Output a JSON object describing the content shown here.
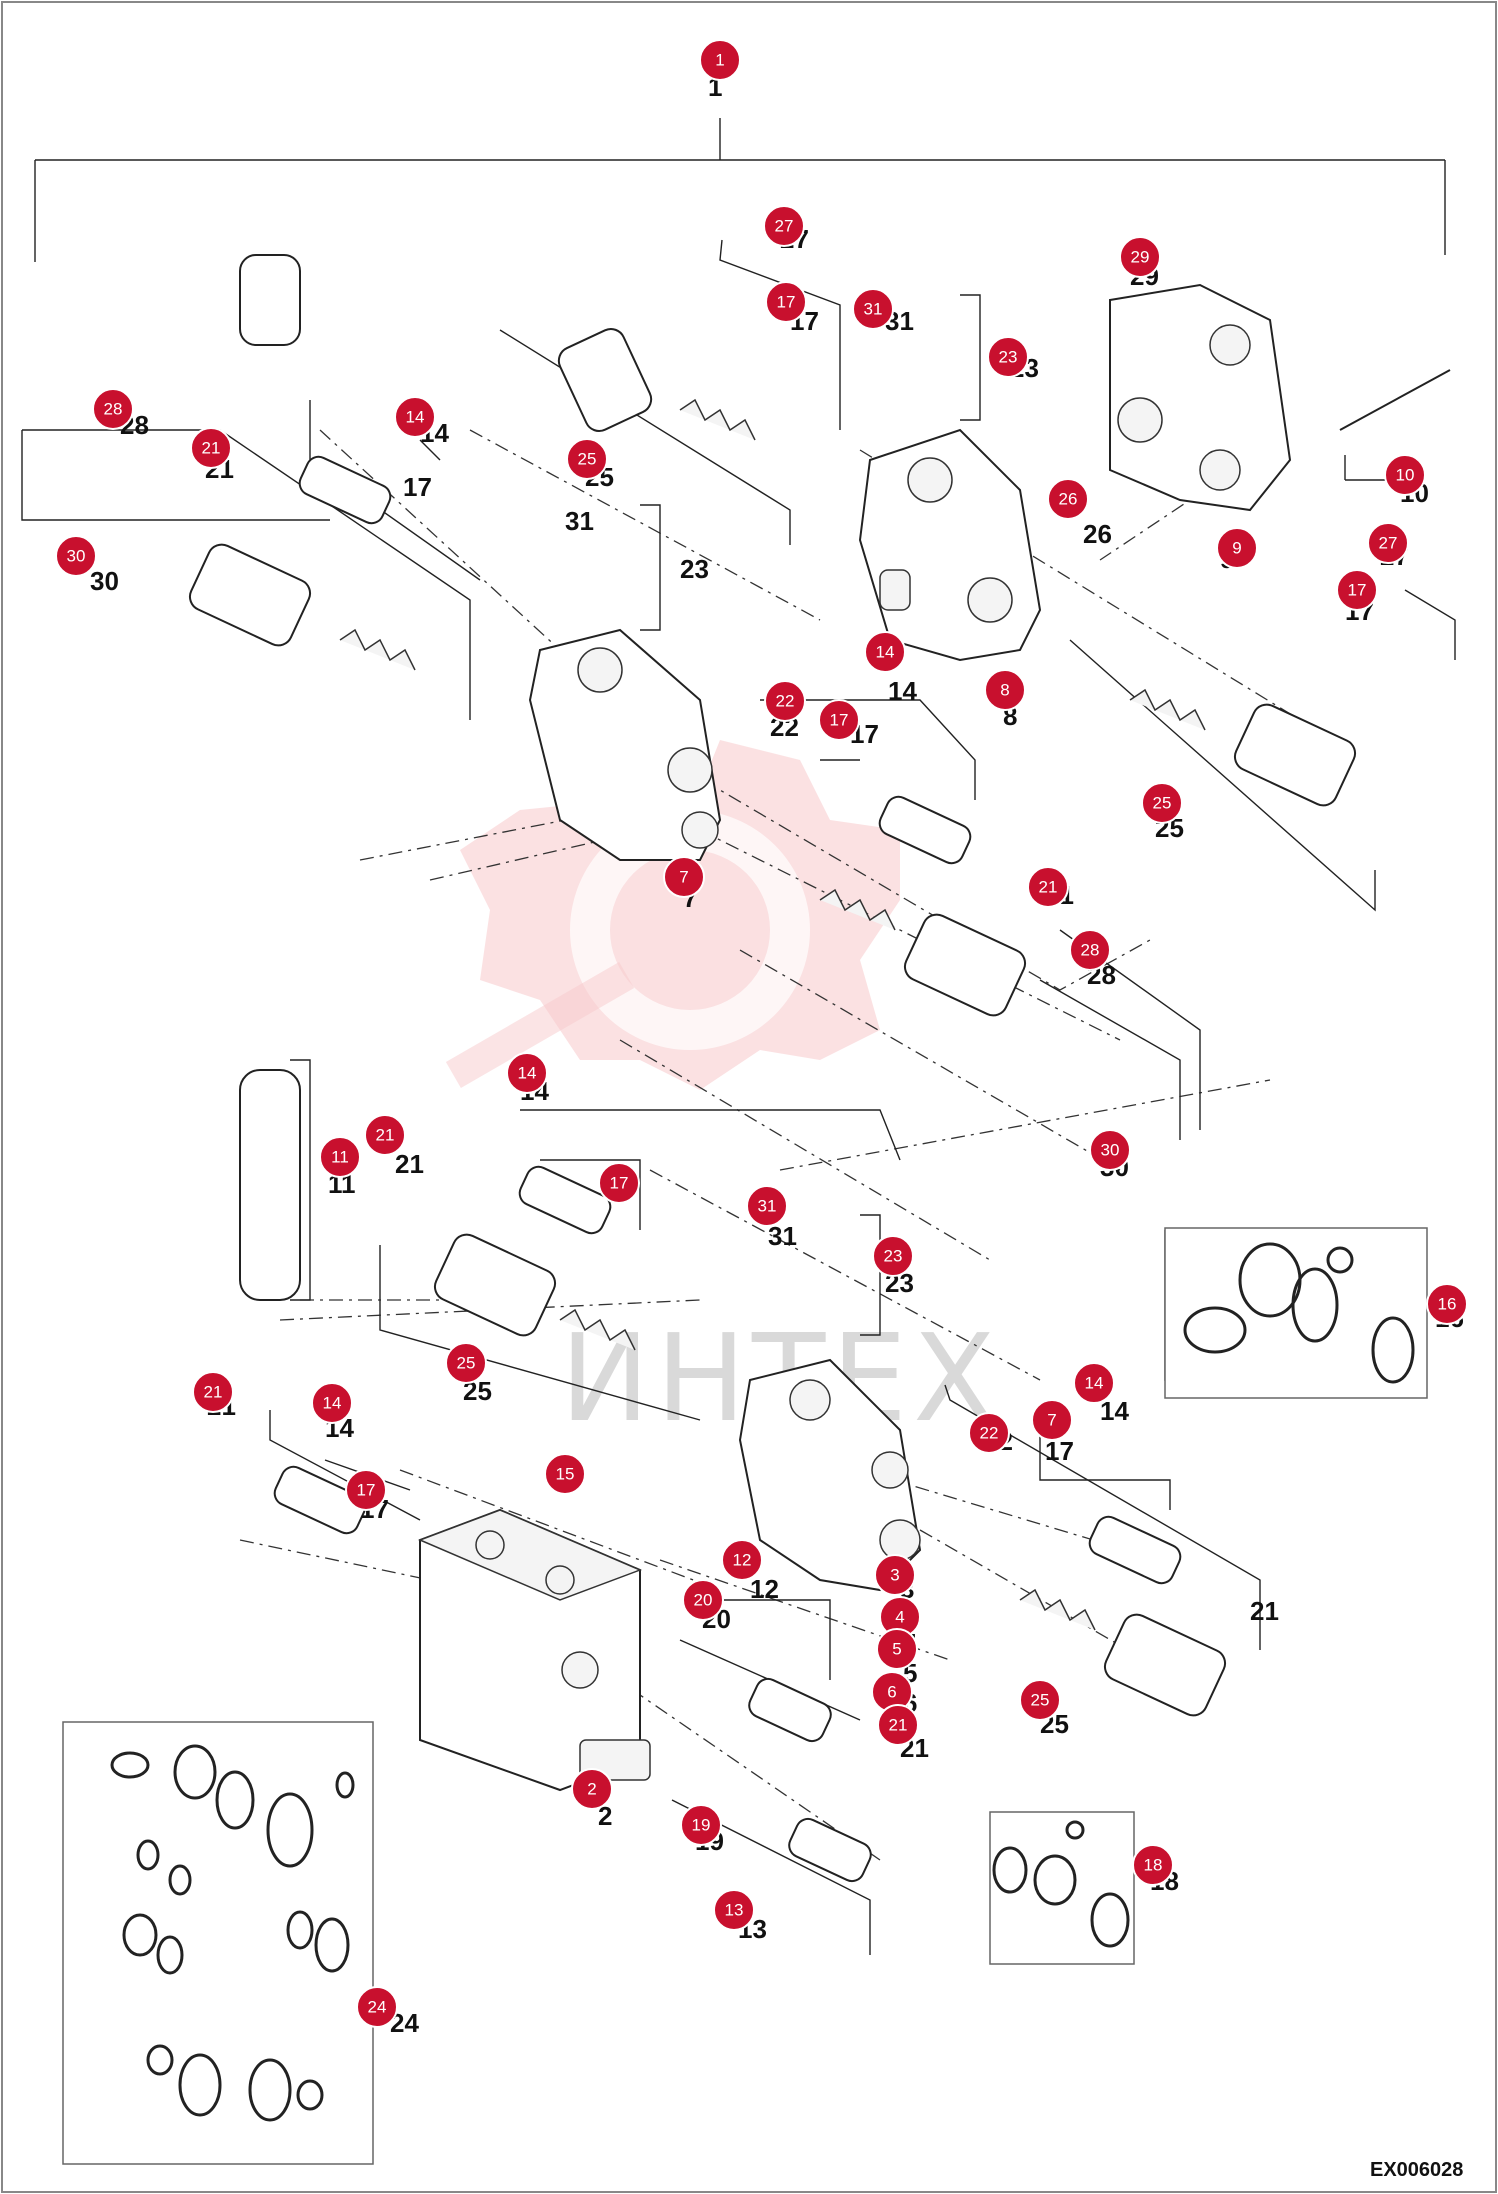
{
  "drawing_code": "EX006028",
  "watermark_text": "ИНТЕХ",
  "accent_color": "#c8102e",
  "callouts": [
    "1",
    "27",
    "29",
    "17",
    "31",
    "23",
    "28",
    "14",
    "21",
    "25",
    "10",
    "26",
    "30",
    "9",
    "27",
    "17",
    "8",
    "14",
    "22",
    "17",
    "25",
    "7",
    "21",
    "28",
    "14",
    "21",
    "11",
    "17",
    "30",
    "31",
    "23",
    "16",
    "25",
    "21",
    "14",
    "15",
    "22",
    "7",
    "14",
    "17",
    "12",
    "3",
    "4",
    "5",
    "6",
    "20",
    "21",
    "25",
    "2",
    "19",
    "13",
    "18",
    "24"
  ],
  "labels": [
    "1",
    "27",
    "29",
    "17",
    "31",
    "23",
    "28",
    "14",
    "21",
    "17",
    "25",
    "10",
    "31",
    "23",
    "26",
    "30",
    "9",
    "27",
    "17",
    "8",
    "14",
    "22",
    "17",
    "25",
    "7",
    "21",
    "28",
    "14",
    "21",
    "11",
    "17",
    "30",
    "31",
    "23",
    "16",
    "25",
    "21",
    "14",
    "17",
    "22",
    "17",
    "14",
    "12",
    "3",
    "4",
    "5",
    "6",
    "20",
    "21",
    "25",
    "2",
    "19",
    "13",
    "18",
    "24",
    "21"
  ]
}
